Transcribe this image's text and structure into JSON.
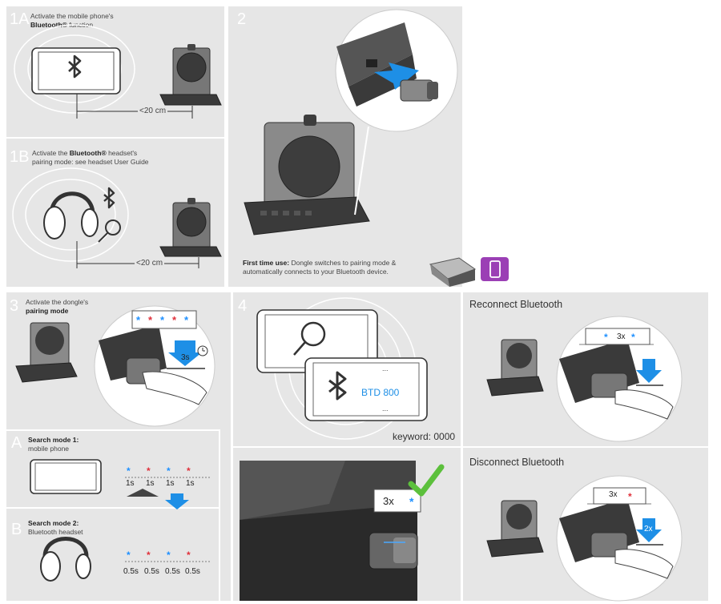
{
  "step_1a": {
    "number": "1A",
    "text_line1": "Activate the mobile phone's",
    "text_bold": "Bluetooth®",
    "text_rest": " function",
    "distance": "<20 cm"
  },
  "step_1b": {
    "number": "1B",
    "text_pre": "Activate the ",
    "text_bold": "Bluetooth®",
    "text_post": " headset's",
    "text_line2": "pairing mode: see headset User Guide",
    "distance": "<20 cm"
  },
  "step_2": {
    "number": "2",
    "caption_bold": "First time use:",
    "caption_line1": " Dongle switches to pairing mode &",
    "caption_line2": "automatically connects to your Bluetooth device."
  },
  "step_3": {
    "number": "3",
    "text_line1": "Activate the dongle's",
    "text_bold": "pairing mode",
    "hold_time": "3s"
  },
  "step_4": {
    "number": "4",
    "device_name": "BTD 800",
    "keyword": "keyword: 0000",
    "blink_count": "3x"
  },
  "mode_a": {
    "letter": "A",
    "title": "Search mode 1:",
    "subtitle": "mobile phone",
    "intervals": [
      "1s",
      "1s",
      "1s",
      "1s"
    ]
  },
  "mode_b": {
    "letter": "B",
    "title": "Search mode 2:",
    "subtitle": "Bluetooth headset",
    "intervals": [
      "0.5s",
      "0.5s",
      "0.5s",
      "0.5s"
    ]
  },
  "reconnect": {
    "title": "Reconnect Bluetooth",
    "blink_count": "3x"
  },
  "disconnect": {
    "title": "Disconnect Bluetooth",
    "blink_count": "3x",
    "press_count": "2x"
  },
  "colors": {
    "panel": "#e6e6e6",
    "blue_led": "#1e90ff",
    "red_led": "#e0303a",
    "arrow_blue": "#1e8fe6",
    "check_green": "#5cc03c",
    "phone_badge": "#9b3fb5"
  },
  "icons": [
    "bluetooth-icon",
    "magnifier-icon",
    "clock-icon",
    "check-icon",
    "phone-badge-icon",
    "arrow-icon"
  ]
}
